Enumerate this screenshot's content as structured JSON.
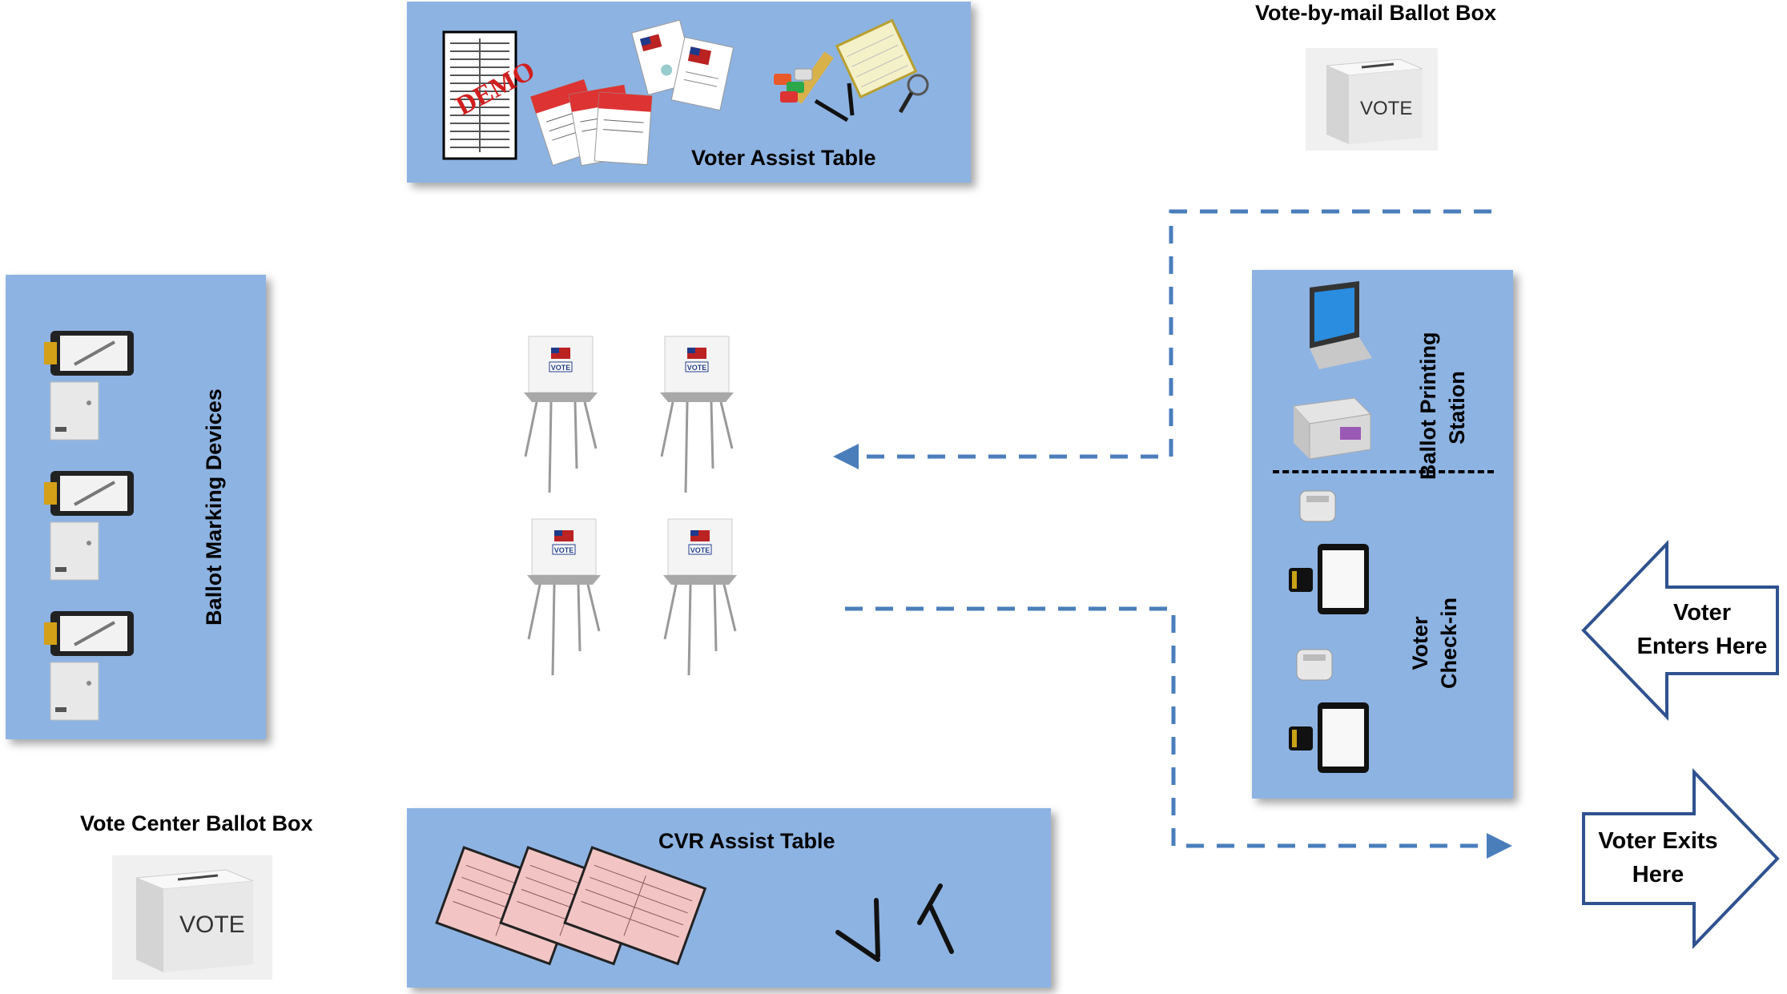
{
  "colors": {
    "panel": "#8db3e2",
    "flow": "#4a7ebb",
    "arrow_stroke": "#2f528f"
  },
  "voter_assist_table": {
    "label": "Voter Assist Table",
    "demo_stamp": "DEMO"
  },
  "vote_by_mail_box": {
    "label": "Vote-by-mail Ballot Box",
    "box_text": "VOTE"
  },
  "ballot_marking_devices": {
    "label": "Ballot Marking Devices"
  },
  "ballot_printing_station": {
    "label_line1": "Ballot Printing",
    "label_line2": "Station"
  },
  "voter_checkin": {
    "label_line1": "Voter",
    "label_line2": "Check-in"
  },
  "voter_enters": {
    "line1": "Voter",
    "line2": "Enters Here"
  },
  "voter_exits": {
    "line1": "Voter Exits",
    "line2": "Here"
  },
  "vote_center_box": {
    "label": "Vote Center Ballot Box",
    "box_text": "VOTE"
  },
  "cvr_assist_table": {
    "label": "CVR Assist Table"
  },
  "voting_booths": {
    "booth_text": "VOTE",
    "count": 4
  }
}
